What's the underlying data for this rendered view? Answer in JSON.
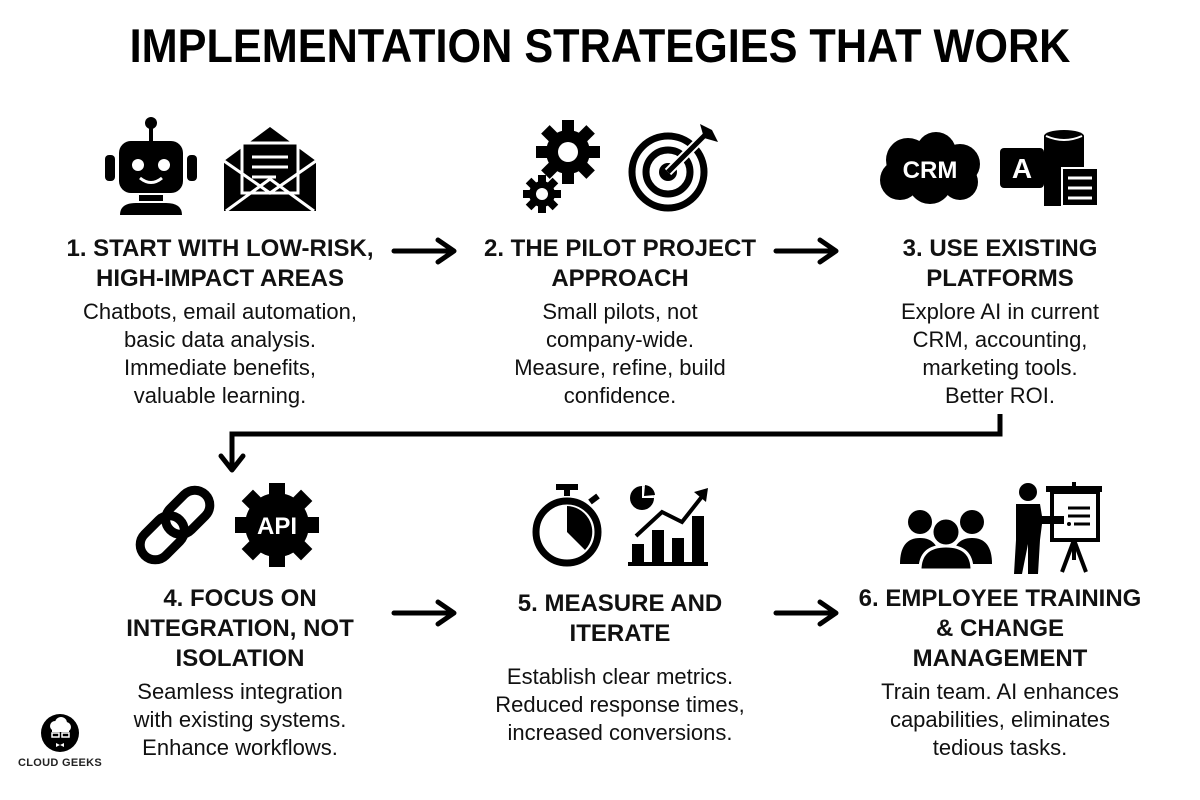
{
  "title": "IMPLEMENTATION STRATEGIES THAT WORK",
  "steps": [
    {
      "number": "1",
      "heading": "1. START WITH LOW-RISK, HIGH-IMPACT AREAS",
      "heading_lines": [
        "1. START WITH LOW-RISK,",
        "HIGH-IMPACT AREAS"
      ],
      "body_lines": [
        "Chatbots, email automation,",
        "basic data analysis.",
        "Immediate benefits,",
        "valuable learning."
      ],
      "icons": [
        "robot-icon",
        "open-envelope-icon"
      ]
    },
    {
      "number": "2",
      "heading": "2. THE PILOT PROJECT APPROACH",
      "heading_lines": [
        "2. THE PILOT PROJECT",
        "APPROACH"
      ],
      "body_lines": [
        "Small pilots, not",
        "company-wide.",
        "Measure, refine, build",
        "confidence."
      ],
      "icons": [
        "gears-icon",
        "target-icon"
      ]
    },
    {
      "number": "3",
      "heading": "3. USE EXISTING PLATFORMS",
      "heading_lines": [
        "3. USE EXISTING",
        "PLATFORMS"
      ],
      "body_lines": [
        "Explore AI in current",
        "CRM, accounting,",
        "marketing tools.",
        "Better ROI."
      ],
      "icons": [
        "crm-cloud-icon",
        "accounting-database-icon"
      ],
      "icon_text": {
        "crm": "CRM",
        "a": "A"
      }
    },
    {
      "number": "4",
      "heading": "4. FOCUS ON INTEGRATION, NOT ISOLATION",
      "heading_lines": [
        "4. FOCUS ON",
        "INTEGRATION, NOT",
        "ISOLATION"
      ],
      "body_lines": [
        "Seamless integration",
        "with existing systems.",
        "Enhance workflows."
      ],
      "icons": [
        "chain-link-icon",
        "api-gear-icon"
      ],
      "icon_text": {
        "api": "API"
      }
    },
    {
      "number": "5",
      "heading": "5. MEASURE AND ITERATE",
      "heading_lines": [
        "5. MEASURE AND",
        "ITERATE"
      ],
      "body_lines": [
        "Establish clear metrics.",
        "Reduced response times,",
        "increased conversions."
      ],
      "icons": [
        "stopwatch-icon",
        "growth-chart-icon"
      ]
    },
    {
      "number": "6",
      "heading": "6. EMPLOYEE TRAINING & CHANGE MANAGEMENT",
      "heading_lines": [
        "6. EMPLOYEE TRAINING",
        "& CHANGE",
        "MANAGEMENT"
      ],
      "body_lines": [
        "Train team. AI enhances",
        "capabilities, eliminates",
        "tedious tasks."
      ],
      "icons": [
        "team-icon",
        "presenter-icon"
      ]
    }
  ],
  "flow": [
    "1 -> 2",
    "2 -> 3",
    "3 -> 4",
    "4 -> 5",
    "5 -> 6"
  ],
  "logo": {
    "text": "CLOUD GEEKS"
  },
  "colors": {
    "foreground": "#000000",
    "background": "#ffffff"
  }
}
